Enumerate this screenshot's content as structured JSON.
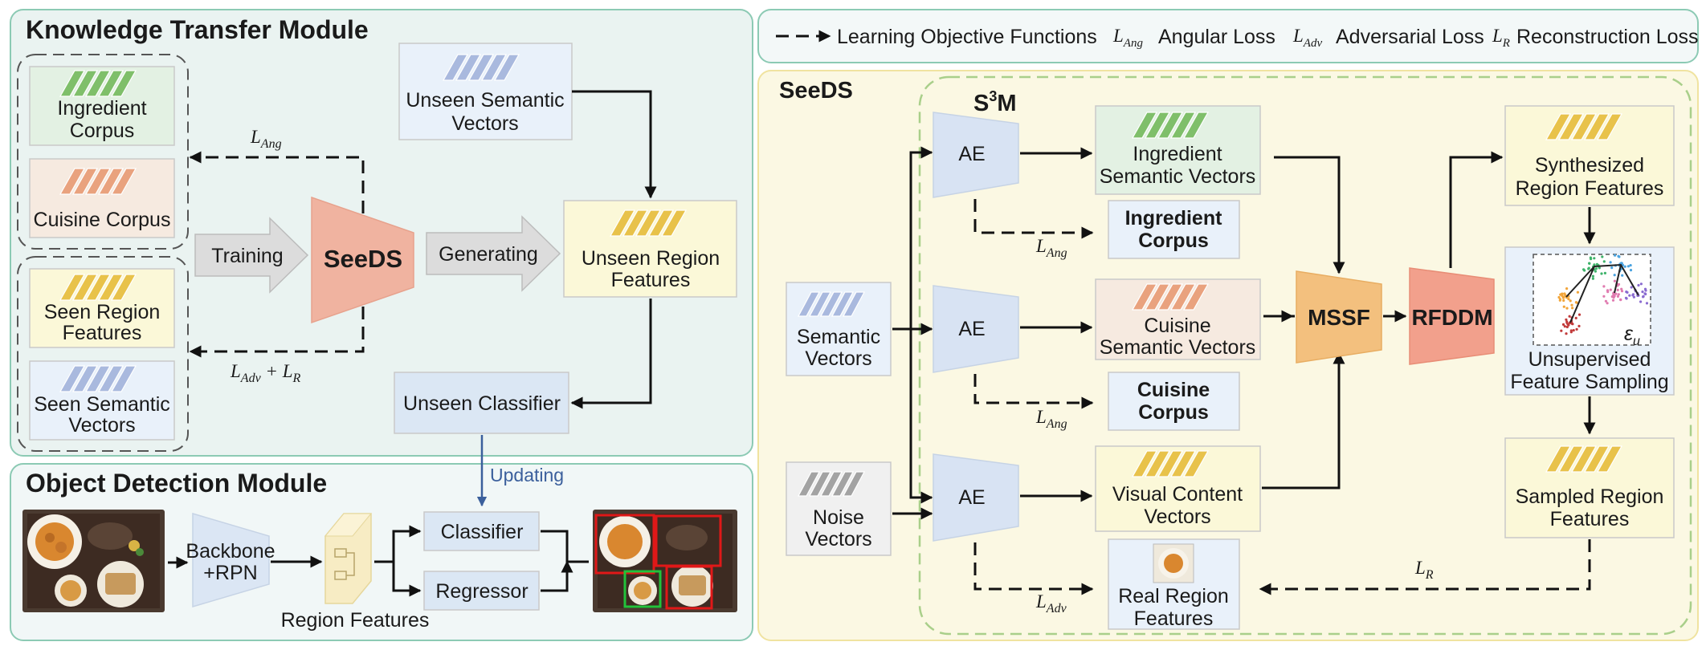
{
  "colors": {
    "ingredient_stripe": "#7fbf6a",
    "cuisine_stripe": "#e9a27e",
    "region_stripe": "#e8c24a",
    "semantic_stripe": "#a9b9de",
    "noise_stripe": "#a3a3a3",
    "seeds_shape": "#f0b3a0",
    "mssf_shape": "#f3c07e",
    "rfddm_shape": "#f2a08c",
    "ae_shape": "#d8e3f3",
    "updating_arrow": "#3b5f9c"
  },
  "ktm": {
    "title": "Knowledge Transfer Module",
    "ingredient_corpus": [
      "Ingredient",
      "Corpus"
    ],
    "cuisine_corpus": "Cuisine Corpus",
    "seen_region_features": [
      "Seen Region",
      "Features"
    ],
    "seen_semantic_vectors": [
      "Seen Semantic",
      "Vectors"
    ],
    "training": "Training",
    "seeds": "SeeDS",
    "generating": "Generating",
    "unseen_semantic_vectors": [
      "Unseen Semantic",
      "Vectors"
    ],
    "unseen_region_features": [
      "Unseen Region",
      "Features"
    ],
    "unseen_classifier": "Unseen Classifier",
    "loss_ang": {
      "base": "L",
      "sub": "Ang"
    },
    "loss_adv_r": {
      "base1": "L",
      "sub1": "Adv",
      "plus": " + ",
      "base2": "L",
      "sub2": "R"
    }
  },
  "odm": {
    "title": "Object Detection Module",
    "updating": "Updating",
    "backbone": [
      "Backbone",
      "+RPN"
    ],
    "region_features": "Region Features",
    "classifier": "Classifier",
    "regressor": "Regressor"
  },
  "legend": {
    "objective": "Learning Objective Functions",
    "ang": {
      "base": "L",
      "sub": "Ang",
      "label": "Angular Loss"
    },
    "adv": {
      "base": "L",
      "sub": "Adv",
      "label": "Adversarial Loss"
    },
    "r": {
      "base": "L",
      "sub": "R",
      "label": "Reconstruction Loss"
    }
  },
  "seeds_panel": {
    "title": "SeeDS",
    "s3m": {
      "base": "S",
      "sup": "3",
      "tail": "M"
    },
    "ae": "AE",
    "semantic_vectors": [
      "Semantic",
      "Vectors"
    ],
    "noise_vectors": [
      "Noise",
      "Vectors"
    ],
    "ingredient_semantic_vectors": [
      "Ingredient",
      "Semantic Vectors"
    ],
    "ingredient_corpus": [
      "Ingredient",
      "Corpus"
    ],
    "cuisine_semantic_vectors": [
      "Cuisine",
      "Semantic Vectors"
    ],
    "cuisine_corpus": [
      "Cuisine",
      "Corpus"
    ],
    "visual_content_vectors": [
      "Visual Content",
      "Vectors"
    ],
    "real_region_features": [
      "Real Region",
      "Features"
    ],
    "mssf": "MSSF",
    "rfddm": "RFDDM",
    "synthesized_region_features": [
      "Synthesized",
      "Region Features"
    ],
    "unsupervised_feature_sampling": [
      "Unsupervised",
      "Feature Sampling"
    ],
    "epsilon": {
      "base": "ε",
      "sub": "u"
    },
    "sampled_region_features": [
      "Sampled Region",
      "Features"
    ],
    "loss_ang": {
      "base": "L",
      "sub": "Ang"
    },
    "loss_adv": {
      "base": "L",
      "sub": "Adv"
    },
    "loss_r": {
      "base": "L",
      "sub": "R"
    }
  }
}
